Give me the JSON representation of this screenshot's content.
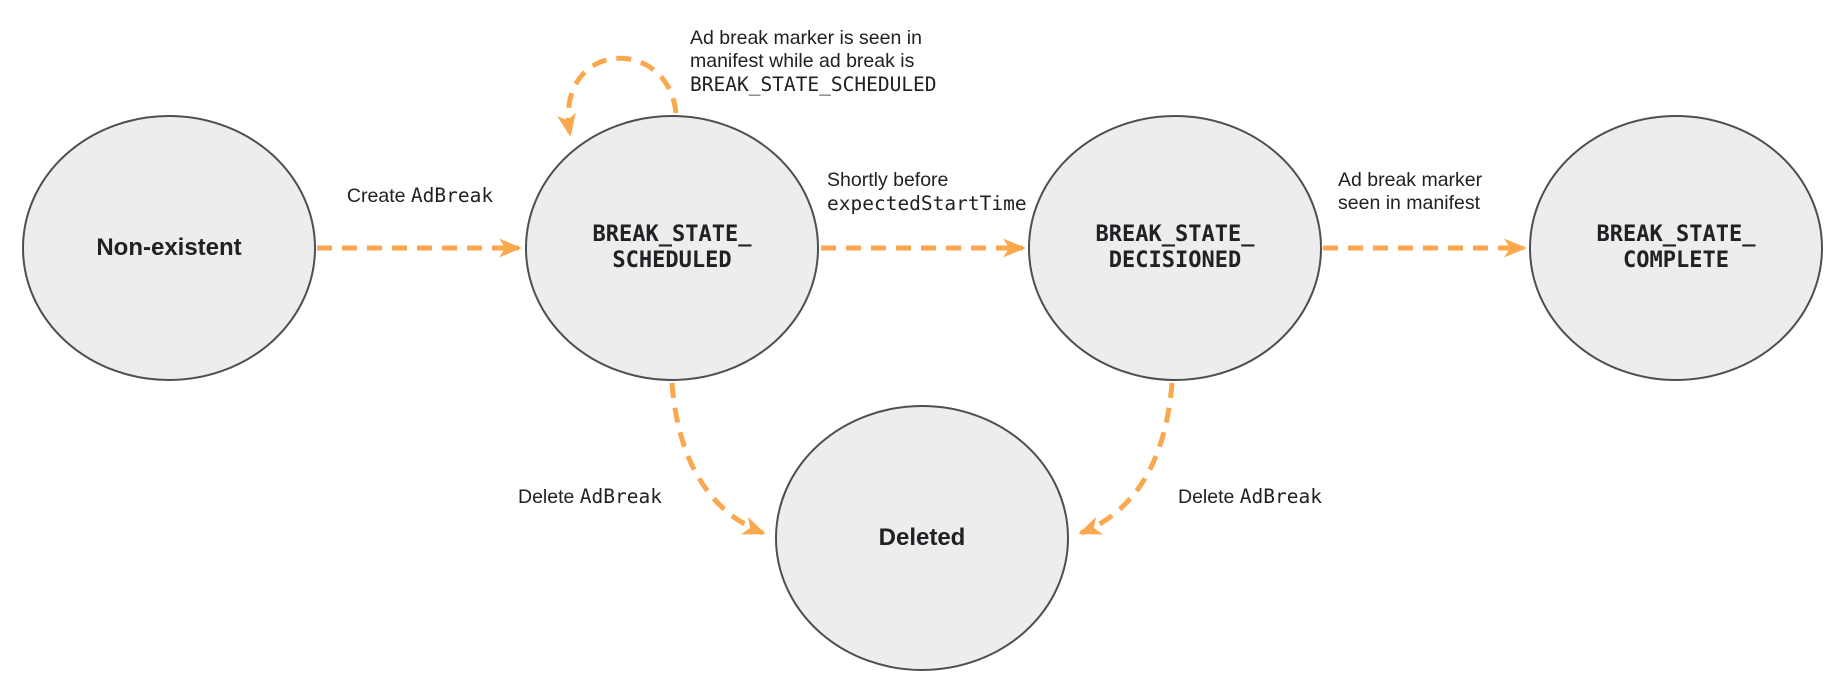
{
  "diagram": {
    "states": {
      "non_existent": {
        "label": "Non-existent"
      },
      "scheduled": {
        "line1": "BREAK_STATE_",
        "line2": "SCHEDULED"
      },
      "decisioned": {
        "line1": "BREAK_STATE_",
        "line2": "DECISIONED"
      },
      "complete": {
        "line1": "BREAK_STATE_",
        "line2": "COMPLETE"
      },
      "deleted": {
        "label": "Deleted"
      }
    },
    "transitions": {
      "create_adbreak": {
        "text": "Create ",
        "code": "AdBreak"
      },
      "self_loop": {
        "line1": "Ad break marker is seen in",
        "line2": "manifest while ad break is",
        "line3_code": "BREAK_STATE_SCHEDULED"
      },
      "to_decisioned": {
        "line1": "Shortly before",
        "line2_code": "expectedStartTime"
      },
      "to_complete": {
        "line1": "Ad break marker",
        "line2": "seen in manifest"
      },
      "delete_from_scheduled": {
        "text": "Delete ",
        "code": "AdBreak"
      },
      "delete_from_decisioned": {
        "text": "Delete ",
        "code": "AdBreak"
      }
    }
  },
  "colors": {
    "arrow": "#FAA84E",
    "state-fill": "#EDEDED",
    "state-stroke": "#4F4F4F",
    "text": "#202124",
    "background": "#FFFFFF"
  }
}
